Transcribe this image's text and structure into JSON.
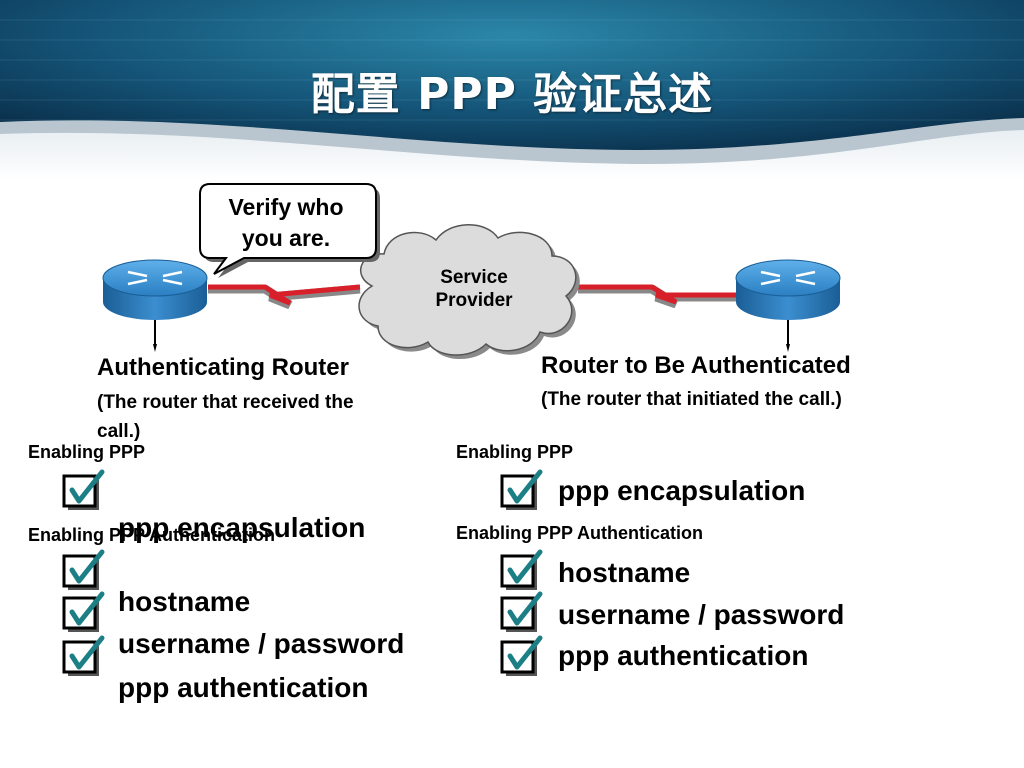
{
  "title": "配置 PPP 验证总述",
  "bubble": {
    "line1": "Verify who",
    "line2": "you are."
  },
  "cloud": {
    "line1": "Service",
    "line2": "Provider"
  },
  "left": {
    "router_title": "Authenticating Router",
    "router_desc_line1": "(The router that received the",
    "router_desc_line2": "call.)",
    "section1": "Enabling PPP",
    "cmd1": "ppp encapsulation",
    "section2": "Enabling PPP Authentication",
    "cmd2": "hostname",
    "cmd3": "username / password",
    "cmd4": "ppp authentication"
  },
  "right": {
    "router_title": "Router to Be Authenticated",
    "router_desc": "(The router that initiated the call.)",
    "section1": "Enabling PPP",
    "cmd1": "ppp encapsulation",
    "section2": "Enabling PPP Authentication",
    "cmd2": "hostname",
    "cmd3": "username / password",
    "cmd4": "ppp authentication"
  },
  "colors": {
    "banner_dark": "#0a2a40",
    "banner_mid": "#1f6f92",
    "router_blue": "#3b8ed0",
    "link_red": "#d8202a",
    "check_teal": "#1d7f86"
  }
}
